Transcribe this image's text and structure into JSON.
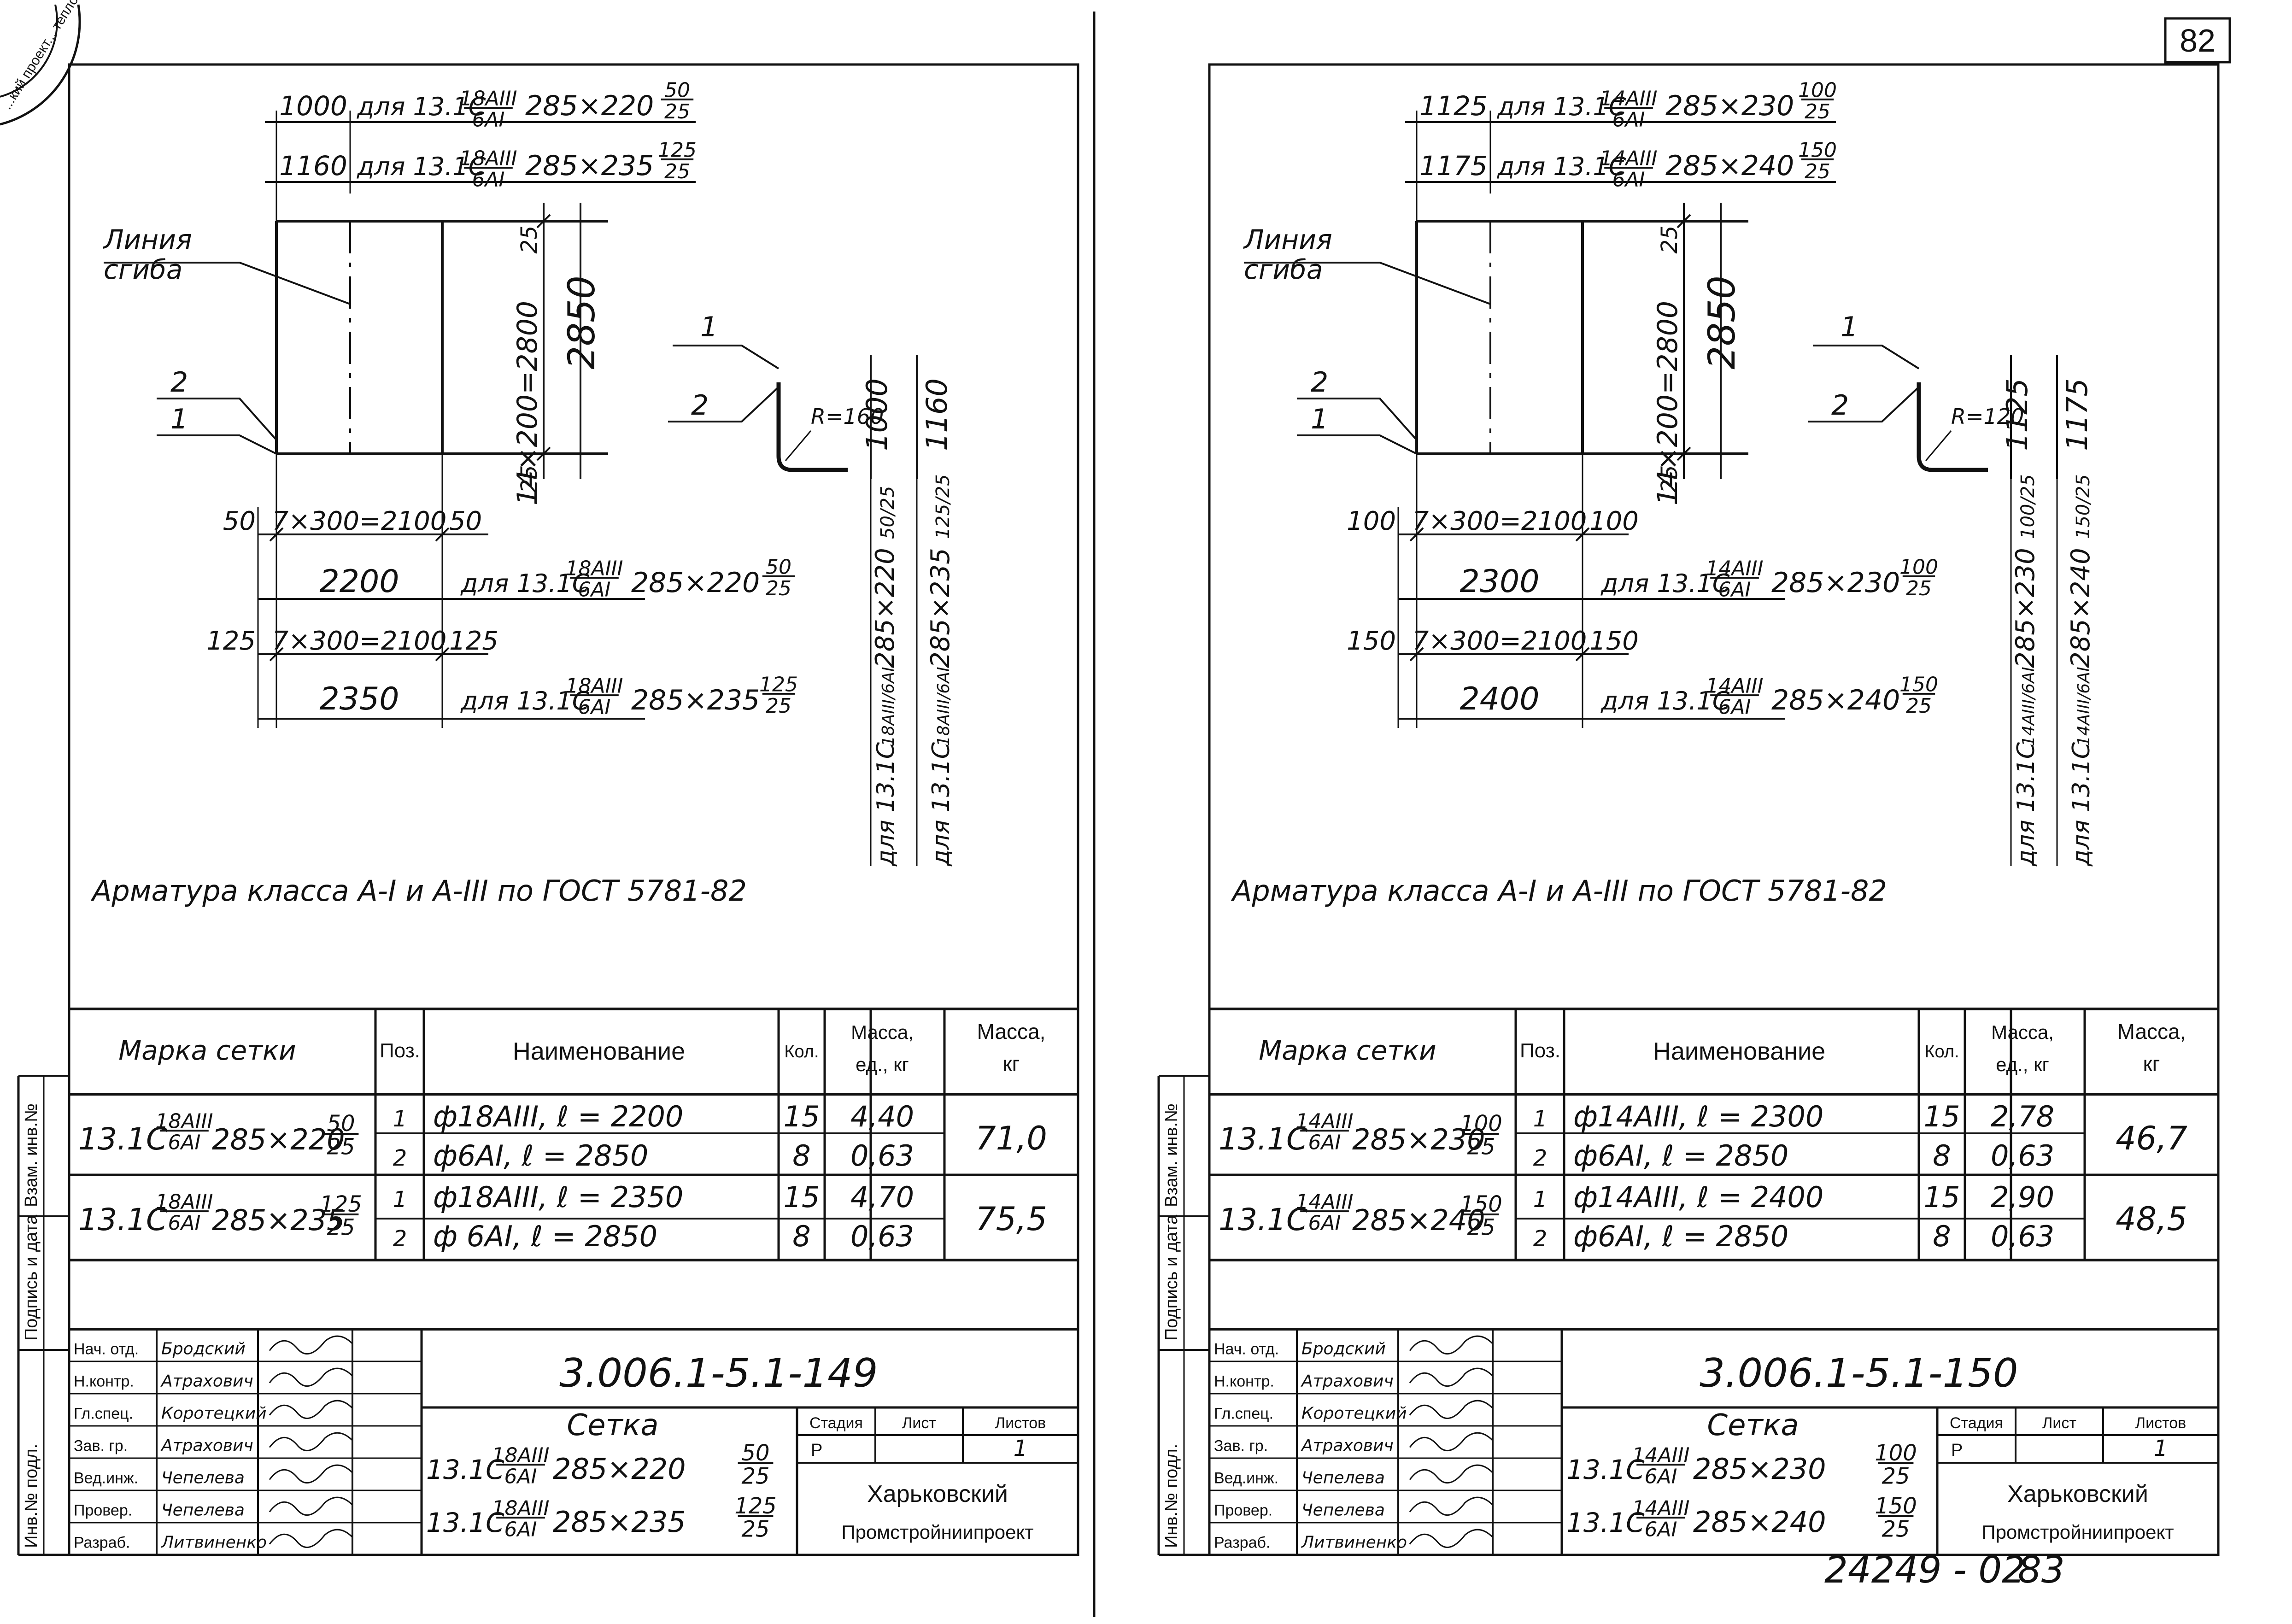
{
  "page_number": "82",
  "footer_code": "24249 - 02",
  "footer_page": "83",
  "stamp_text": "...кий проект... теплоэнергопроект",
  "side_labels": {
    "inv_podl": "Инв.№ подл.",
    "podpis": "Подпись и дата",
    "vzam": "Взам. инв.№"
  },
  "sheets": [
    {
      "id": "149",
      "dims": {
        "top1_len": "1000",
        "top1_text": "для 13.1С",
        "top1_frac_num": "18АIII",
        "top1_frac_den": "6АI",
        "top1_size": "285×220",
        "top1_step_num": "50",
        "top1_step_den": "25",
        "top2_len": "1160",
        "top2_text": "для 13.1С",
        "top2_frac_num": "18АIII",
        "top2_frac_den": "6АI",
        "top2_size": "285×235",
        "top2_step_num": "125",
        "top2_step_den": "25",
        "bend_line_1": "Линия",
        "bend_line_2": "сгиба",
        "pos_top": "2",
        "pos_bottom": "1",
        "spacing_vertical": "14×200=2800",
        "edge_top": "25",
        "edge_bottom": "25",
        "height": "2850",
        "b1_left": "50",
        "b1_mid": "7×300=2100",
        "b1_right": "50",
        "b1_total": "2200",
        "b1_text": "для 13.1С",
        "b1_frac_num": "18АIII",
        "b1_frac_den": "6АI",
        "b1_size": "285×220",
        "b1_step_num": "50",
        "b1_step_den": "25",
        "b2_left": "125",
        "b2_mid": "7×300=2100",
        "b2_right": "125",
        "b2_total": "2350",
        "b2_text": "для 13.1С",
        "b2_frac_num": "18АIII",
        "b2_frac_den": "6АI",
        "b2_size": "285×235",
        "b2_step_num": "125",
        "b2_step_den": "25",
        "det_pos1": "1",
        "det_pos2": "2",
        "det_radius": "R=160",
        "det_len1": "1000",
        "det_len2": "1160",
        "v1_text": "для 13.1С",
        "v1_frac": "18АIII/6АI",
        "v1_size": "285×220",
        "v1_step": "50/25",
        "v2_text": "для 13.1С",
        "v2_frac": "18АIII/6АI",
        "v2_size": "285×235",
        "v2_step": "125/25"
      },
      "note": "Арматура класса А-I и А-III по ГОСТ 5781-82",
      "table": {
        "headers": {
          "mark": "Марка сетки",
          "pos": "Поз.",
          "name": "Наименование",
          "qty": "Кол.",
          "unit_mass_1": "Масса,",
          "unit_mass_2": "ед., кг",
          "mass_1": "Масса,",
          "mass_2": "кг"
        },
        "rows": [
          {
            "mark_pre": "13.1С",
            "mark_num": "18АIII",
            "mark_den": "6АI",
            "mark_size": "285×220",
            "mark_step_num": "50",
            "mark_step_den": "25",
            "items": [
              {
                "pos": "1",
                "name": "ф18АIII,   ℓ = 2200",
                "qty": "15",
                "unit_mass": "4,40"
              },
              {
                "pos": "2",
                "name": "ф6АI,     ℓ = 2850",
                "qty": "8",
                "unit_mass": "0,63"
              }
            ],
            "mass": "71,0"
          },
          {
            "mark_pre": "13.1С",
            "mark_num": "18АIII",
            "mark_den": "6АI",
            "mark_size": "285×235",
            "mark_step_num": "125",
            "mark_step_den": "25",
            "items": [
              {
                "pos": "1",
                "name": "ф18АIII,   ℓ = 2350",
                "qty": "15",
                "unit_mass": "4,70"
              },
              {
                "pos": "2",
                "name": "ф 6АI,    ℓ = 2850",
                "qty": "8",
                "unit_mass": "0,63"
              }
            ],
            "mass": "75,5"
          }
        ]
      },
      "title_block": {
        "roles": [
          "Нач. отд.",
          "Н.контр.",
          "Гл.спец.",
          "Зав. гр.",
          "Вед.инж.",
          "Провер.",
          "Разраб."
        ],
        "names": [
          "Бродский",
          "Атрахович",
          "Коротецкий",
          "Атрахович",
          "Чепелева",
          "Чепелева",
          "Литвиненко"
        ],
        "code": "3.006.1-5.1-149",
        "title": "Сетка",
        "line1_pre": "13.1С",
        "line1_num": "18АIII",
        "line1_den": "6АI",
        "line1_size": "285×220",
        "line1_step_num": "50",
        "line1_step_den": "25",
        "line2_pre": "13.1С",
        "line2_num": "18АIII",
        "line2_den": "6АI",
        "line2_size": "285×235",
        "line2_step_num": "125",
        "line2_step_den": "25",
        "stage_h": "Стадия",
        "sheet_h": "Лист",
        "sheets_h": "Листов",
        "stage": "Р",
        "sheets": "1",
        "org_1": "Харьковский",
        "org_2": "Промстройниипроект"
      }
    },
    {
      "id": "150",
      "dims": {
        "top1_len": "1125",
        "top1_text": "для 13.1С",
        "top1_frac_num": "14АIII",
        "top1_frac_den": "6АI",
        "top1_size": "285×230",
        "top1_step_num": "100",
        "top1_step_den": "25",
        "top2_len": "1175",
        "top2_text": "для 13.1С",
        "top2_frac_num": "14АIII",
        "top2_frac_den": "6АI",
        "top2_size": "285×240",
        "top2_step_num": "150",
        "top2_step_den": "25",
        "bend_line_1": "Линия",
        "bend_line_2": "сгиба",
        "pos_top": "2",
        "pos_bottom": "1",
        "spacing_vertical": "14×200=2800",
        "edge_top": "25",
        "edge_bottom": "25",
        "height": "2850",
        "b1_left": "100",
        "b1_mid": "7×300=2100",
        "b1_right": "100",
        "b1_total": "2300",
        "b1_text": "для 13.1С",
        "b1_frac_num": "14АIII",
        "b1_frac_den": "6АI",
        "b1_size": "285×230",
        "b1_step_num": "100",
        "b1_step_den": "25",
        "b2_left": "150",
        "b2_mid": "7×300=2100",
        "b2_right": "150",
        "b2_total": "2400",
        "b2_text": "для 13.1С",
        "b2_frac_num": "14АIII",
        "b2_frac_den": "6АI",
        "b2_size": "285×240",
        "b2_step_num": "150",
        "b2_step_den": "25",
        "det_pos1": "1",
        "det_pos2": "2",
        "det_radius": "R=120",
        "det_len1": "1125",
        "det_len2": "1175",
        "v1_text": "для 13.1С",
        "v1_frac": "14АIII/6АI",
        "v1_size": "285×230",
        "v1_step": "100/25",
        "v2_text": "для 13.1С",
        "v2_frac": "14АIII/6АI",
        "v2_size": "285×240",
        "v2_step": "150/25"
      },
      "note": "Арматура класса А-I и А-III по ГОСТ 5781-82",
      "table": {
        "headers": {
          "mark": "Марка сетки",
          "pos": "Поз.",
          "name": "Наименование",
          "qty": "Кол.",
          "unit_mass_1": "Масса,",
          "unit_mass_2": "ед., кг",
          "mass_1": "Масса,",
          "mass_2": "кг"
        },
        "rows": [
          {
            "mark_pre": "13.1С",
            "mark_num": "14АIII",
            "mark_den": "6АI",
            "mark_size": "285×230",
            "mark_step_num": "100",
            "mark_step_den": "25",
            "items": [
              {
                "pos": "1",
                "name": "ф14АIII,   ℓ = 2300",
                "qty": "15",
                "unit_mass": "2,78"
              },
              {
                "pos": "2",
                "name": "ф6АI,     ℓ = 2850",
                "qty": "8",
                "unit_mass": "0,63"
              }
            ],
            "mass": "46,7"
          },
          {
            "mark_pre": "13.1С",
            "mark_num": "14АIII",
            "mark_den": "6АI",
            "mark_size": "285×240",
            "mark_step_num": "150",
            "mark_step_den": "25",
            "items": [
              {
                "pos": "1",
                "name": "ф14АIII,   ℓ = 2400",
                "qty": "15",
                "unit_mass": "2,90"
              },
              {
                "pos": "2",
                "name": "ф6АI,     ℓ = 2850",
                "qty": "8",
                "unit_mass": "0,63"
              }
            ],
            "mass": "48,5"
          }
        ]
      },
      "title_block": {
        "roles": [
          "Нач. отд.",
          "Н.контр.",
          "Гл.спец.",
          "Зав. гр.",
          "Вед.инж.",
          "Провер.",
          "Разраб."
        ],
        "names": [
          "Бродский",
          "Атрахович",
          "Коротецкий",
          "Атрахович",
          "Чепелева",
          "Чепелева",
          "Литвиненко"
        ],
        "code": "3.006.1-5.1-150",
        "title": "Сетка",
        "line1_pre": "13.1С",
        "line1_num": "14АIII",
        "line1_den": "6АI",
        "line1_size": "285×230",
        "line1_step_num": "100",
        "line1_step_den": "25",
        "line2_pre": "13.1С",
        "line2_num": "14АIII",
        "line2_den": "6АI",
        "line2_size": "285×240",
        "line2_step_num": "150",
        "line2_step_den": "25",
        "stage_h": "Стадия",
        "sheet_h": "Лист",
        "sheets_h": "Листов",
        "stage": "Р",
        "sheets": "1",
        "org_1": "Харьковский",
        "org_2": "Промстройниипроект"
      }
    }
  ]
}
